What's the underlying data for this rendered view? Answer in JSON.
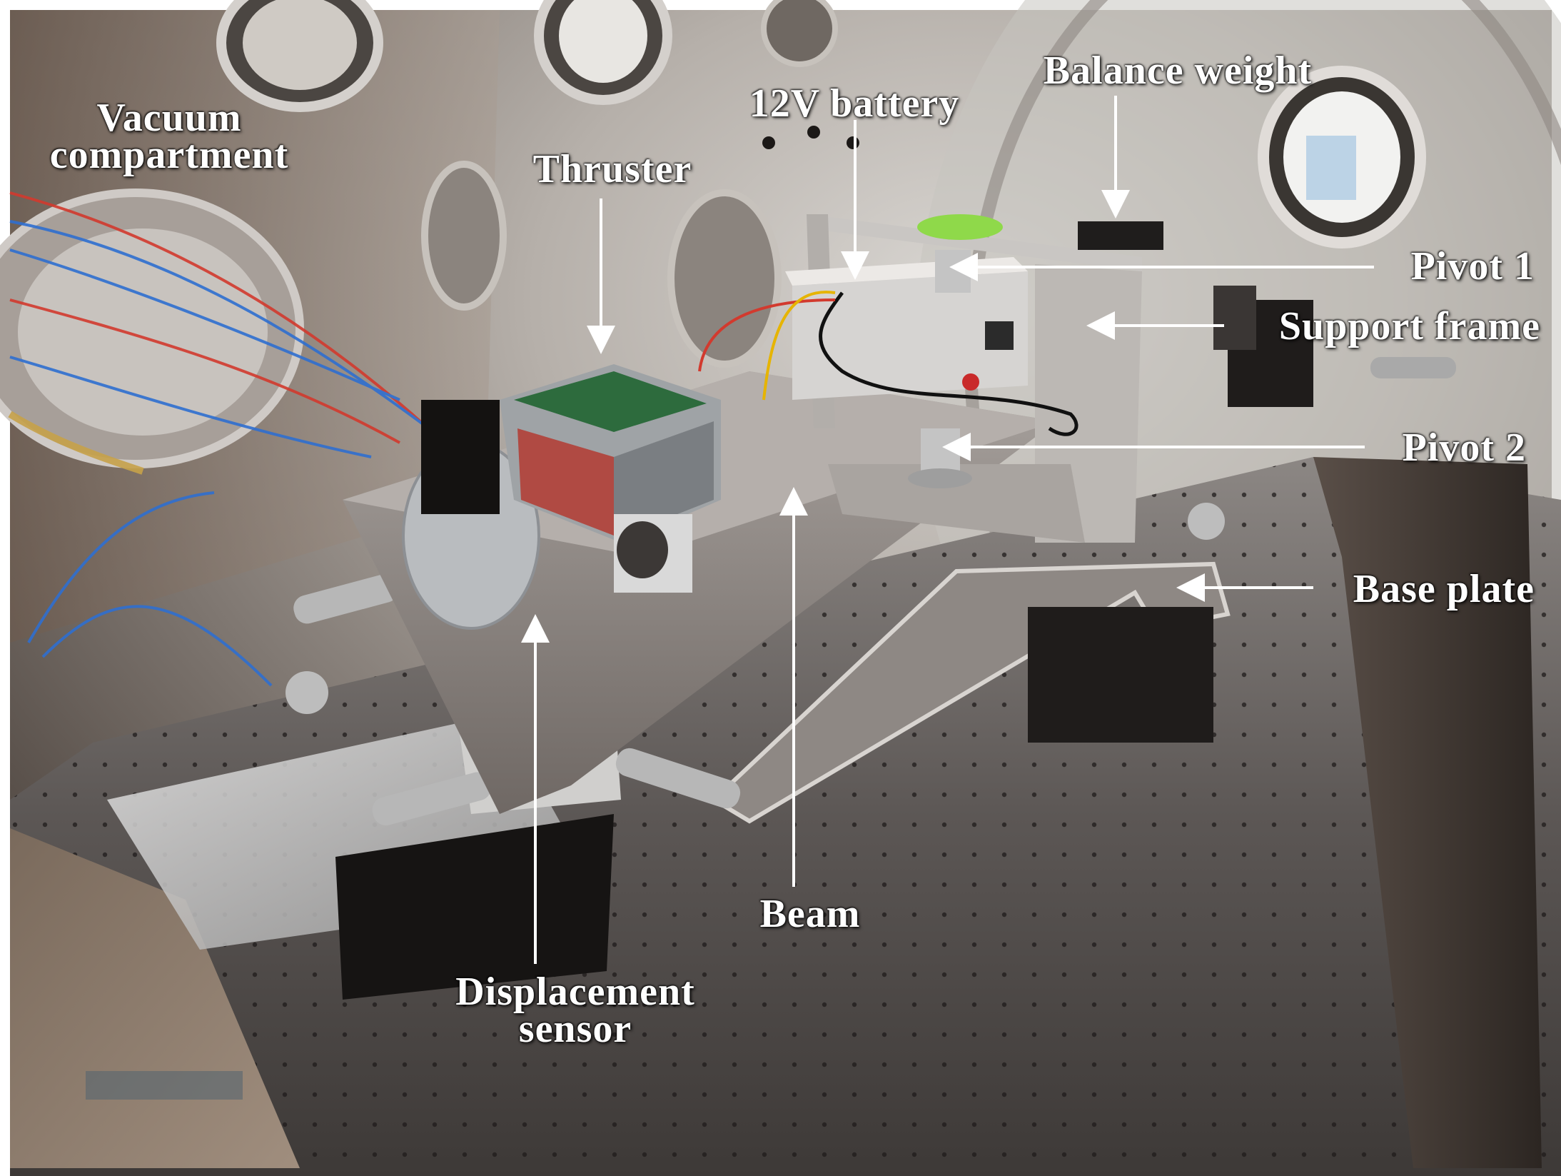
{
  "labels": {
    "vacuum_line1": "Vacuum",
    "vacuum_line2": "compartment",
    "thruster": "Thruster",
    "battery": "12V battery",
    "balance_weight": "Balance weight",
    "pivot1": "Pivot 1",
    "support_frame": "Support frame",
    "pivot2": "Pivot 2",
    "base_plate": "Base plate",
    "beam": "Beam",
    "sensor_line1": "Displacement",
    "sensor_line2": "sensor"
  },
  "colors": {
    "label_text": "#ffffff",
    "arrow": "#ffffff",
    "background": "#ffffff"
  }
}
